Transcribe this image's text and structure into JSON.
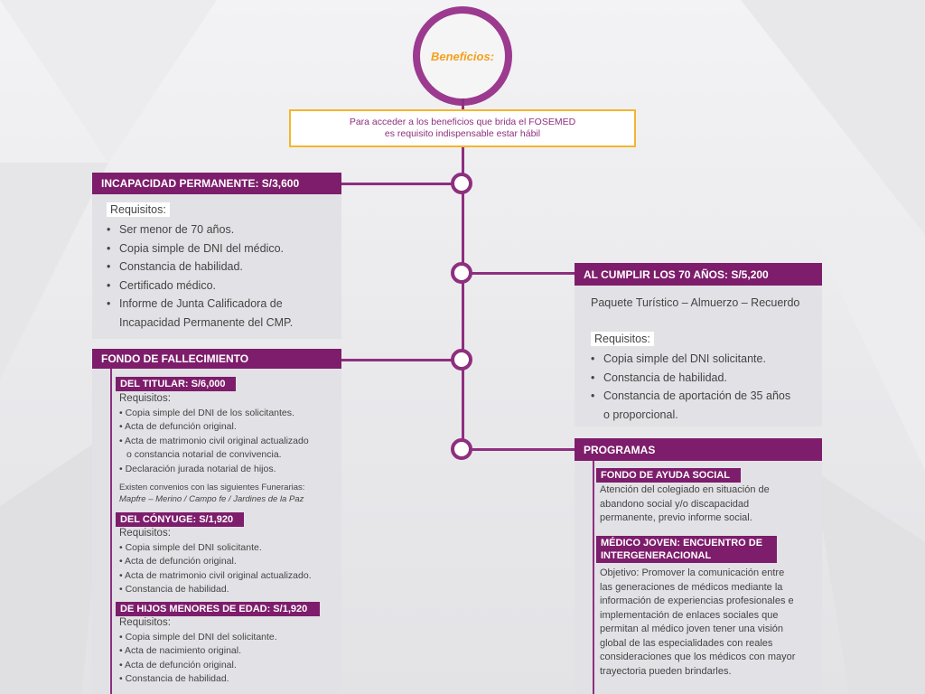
{
  "title": "Beneficios:",
  "notice": {
    "line1": "Para acceder a los beneficios que brida el FOSEMED",
    "line2": "es requisito indispensable estar hábil"
  },
  "colors": {
    "primary": "#7d1d6b",
    "ring": "#9b3a8f",
    "accent": "#f4a11c",
    "border": "#f4b62e"
  },
  "incapacidad": {
    "header": "INCAPACIDAD PERMANENTE:  S/3,600",
    "req_label": "Requisitos:",
    "items": [
      "Ser menor de 70 años.",
      "Copia simple de DNI del médico.",
      "Constancia de habilidad.",
      "Certificado médico.",
      "Informe de Junta Calificadora de",
      "Incapacidad Permanente del CMP."
    ]
  },
  "fallecimiento": {
    "header": "FONDO DE FALLECIMIENTO",
    "titular": {
      "header": "DEL TITULAR: S/6,000",
      "req_label": "Requisitos:",
      "items": [
        "Copia simple del DNI de los solicitantes.",
        "Acta de defunción original.",
        "Acta de matrimonio civil original actualizado",
        "o constancia notarial de convivencia.",
        "Declaración jurada notarial de hijos."
      ],
      "note_line1": "Existen convenios con las siguientes Funerarias:",
      "note_line2": "Mapfre – Merino / Campo fe / Jardines de la Paz"
    },
    "conyuge": {
      "header": "DEL CÓNYUGE: S/1,920",
      "req_label": "Requisitos:",
      "items": [
        "Copia simple del DNI solicitante.",
        "Acta de defunción original.",
        "Acta de matrimonio civil original actualizado.",
        "Constancia de habilidad."
      ]
    },
    "hijos": {
      "header": "DE HIJOS MENORES DE EDAD: S/1,920",
      "req_label": "Requisitos:",
      "items": [
        "Copia simple del DNI del solicitante.",
        "Acta de nacimiento original.",
        "Acta de defunción original.",
        "Constancia de habilidad."
      ]
    }
  },
  "setenta": {
    "header": "AL CUMPLIR LOS 70 AÑOS: S/5,200",
    "description": "Paquete Turístico – Almuerzo – Recuerdo",
    "req_label": "Requisitos:",
    "items": [
      "Copia simple del DNI solicitante.",
      "Constancia de habilidad.",
      "Constancia de aportación de 35 años",
      "o proporcional."
    ]
  },
  "programas": {
    "header": "PROGRAMAS",
    "ayuda": {
      "header": "FONDO DE AYUDA SOCIAL",
      "lines": [
        "Atención del colegiado en situación de",
        "abandono social y/o discapacidad",
        "permanente, previo informe social."
      ]
    },
    "joven": {
      "header_line1": "MÉDICO JOVEN: ENCUENTRO DE",
      "header_line2": "INTERGENERACIONAL",
      "lines": [
        "Objetivo: Promover la comunicación entre",
        "las generaciones de médicos mediante la",
        "información de experiencias profesionales e",
        "implementación de enlaces sociales que",
        "permitan al médico joven tener una visión",
        "global de las especialidades con reales",
        "consideraciones que los médicos con mayor",
        "trayectoria pueden brindarles."
      ]
    }
  }
}
